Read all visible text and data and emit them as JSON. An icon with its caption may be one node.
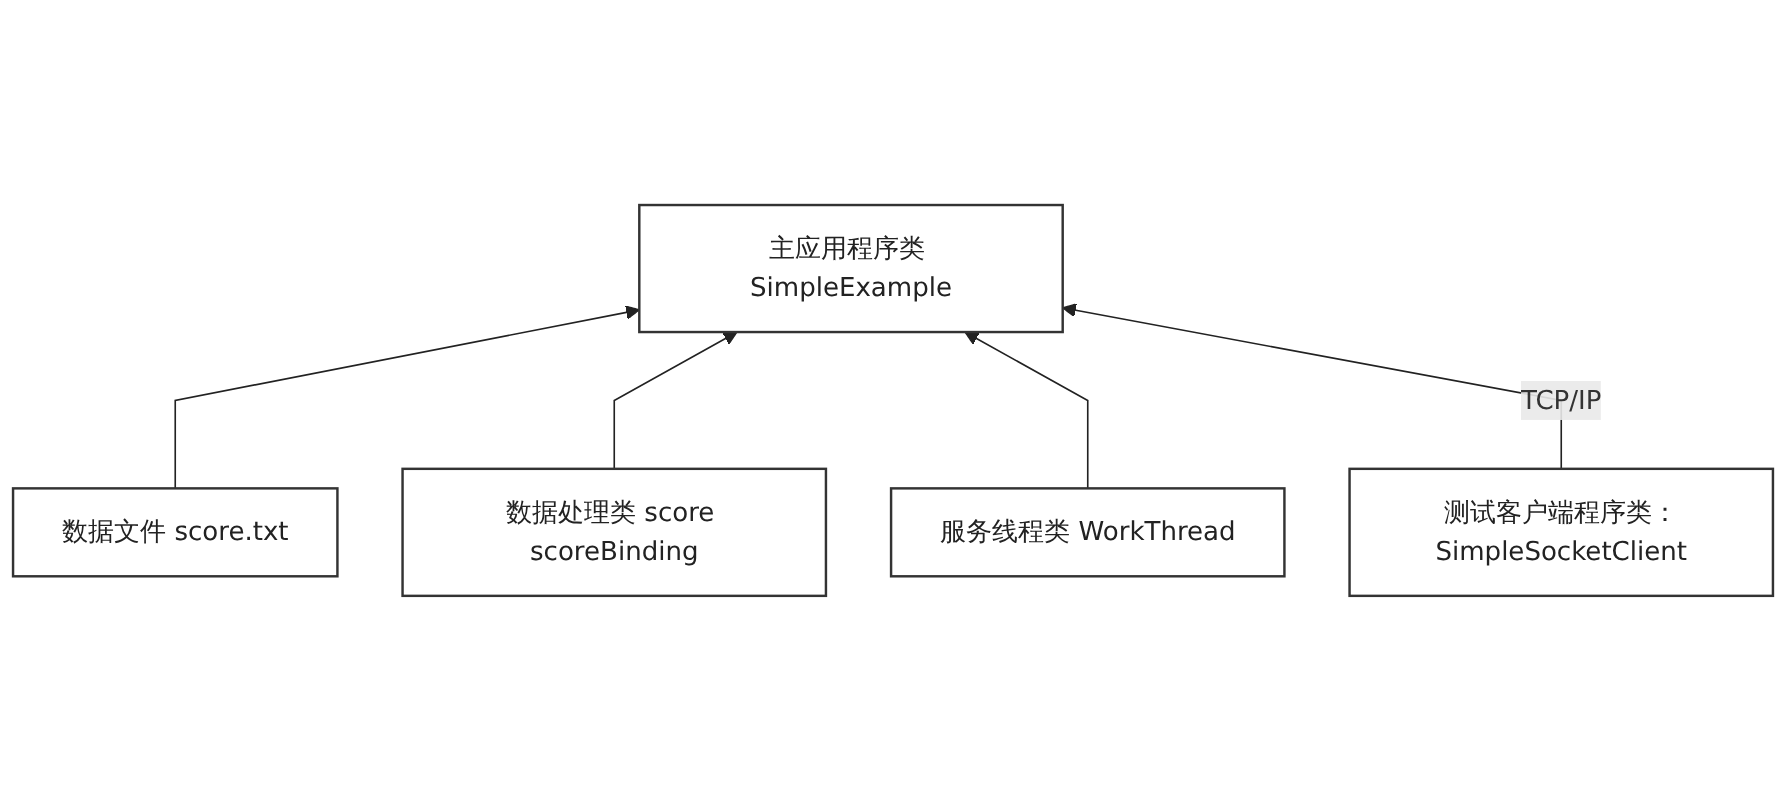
{
  "diagram": {
    "nodes": [
      {
        "text": [
          "主应用程序类 SimpleExample"
        ]
      },
      {
        "text": [
          "数据文件 score.txt"
        ]
      },
      {
        "text": [
          "数据处理类 score scoreBinding"
        ]
      },
      {
        "text": [
          "服务线程类 WorkThread"
        ]
      },
      {
        "text": [
          "测试客户端程序类：SimpleSocketClient"
        ]
      }
    ],
    "edges": [
      {
        "from": 1,
        "to": 0,
        "arrow": "to"
      },
      {
        "from": 2,
        "to": 0,
        "arrow": "to"
      },
      {
        "from": 3,
        "to": 0,
        "arrow": "to"
      },
      {
        "from": 4,
        "to": 0,
        "arrow": "to",
        "label": "TCP/IP"
      }
    ]
  }
}
